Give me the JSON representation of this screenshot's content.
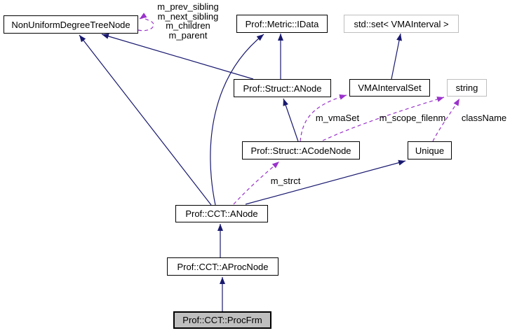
{
  "nodes": {
    "nonuniform": {
      "label": "NonUniformDegreeTreeNode"
    },
    "metric_idata": {
      "label": "Prof::Metric::IData"
    },
    "std_set": {
      "label": "std::set< VMAInterval >"
    },
    "struct_anode": {
      "label": "Prof::Struct::ANode"
    },
    "vmaintervalset": {
      "label": "VMAIntervalSet"
    },
    "string": {
      "label": "string"
    },
    "struct_acodenode": {
      "label": "Prof::Struct::ACodeNode"
    },
    "unique": {
      "label": "Unique"
    },
    "cct_anode": {
      "label": "Prof::CCT::ANode"
    },
    "cct_aprocnode": {
      "label": "Prof::CCT::AProcNode"
    },
    "cct_procfrm": {
      "label": "Prof::CCT::ProcFrm"
    }
  },
  "edge_labels": {
    "self_loop_lines": [
      "m_prev_sibling",
      "m_next_sibling",
      "m_children",
      "m_parent"
    ],
    "m_vma_set": "m_vmaSet",
    "m_scope_filenm": "m_scope_filenm",
    "class_name": "className",
    "m_strct": "m_strct"
  },
  "colors": {
    "inheritance_edge": "#191970",
    "dependency_edge": "#9a32cc",
    "node_border": "#000000",
    "external_node_border": "#bebebe",
    "node_fill": "#ffffff",
    "highlight_node_fill": "#bfbfbf",
    "background": "#ffffff",
    "text": "#000000"
  }
}
